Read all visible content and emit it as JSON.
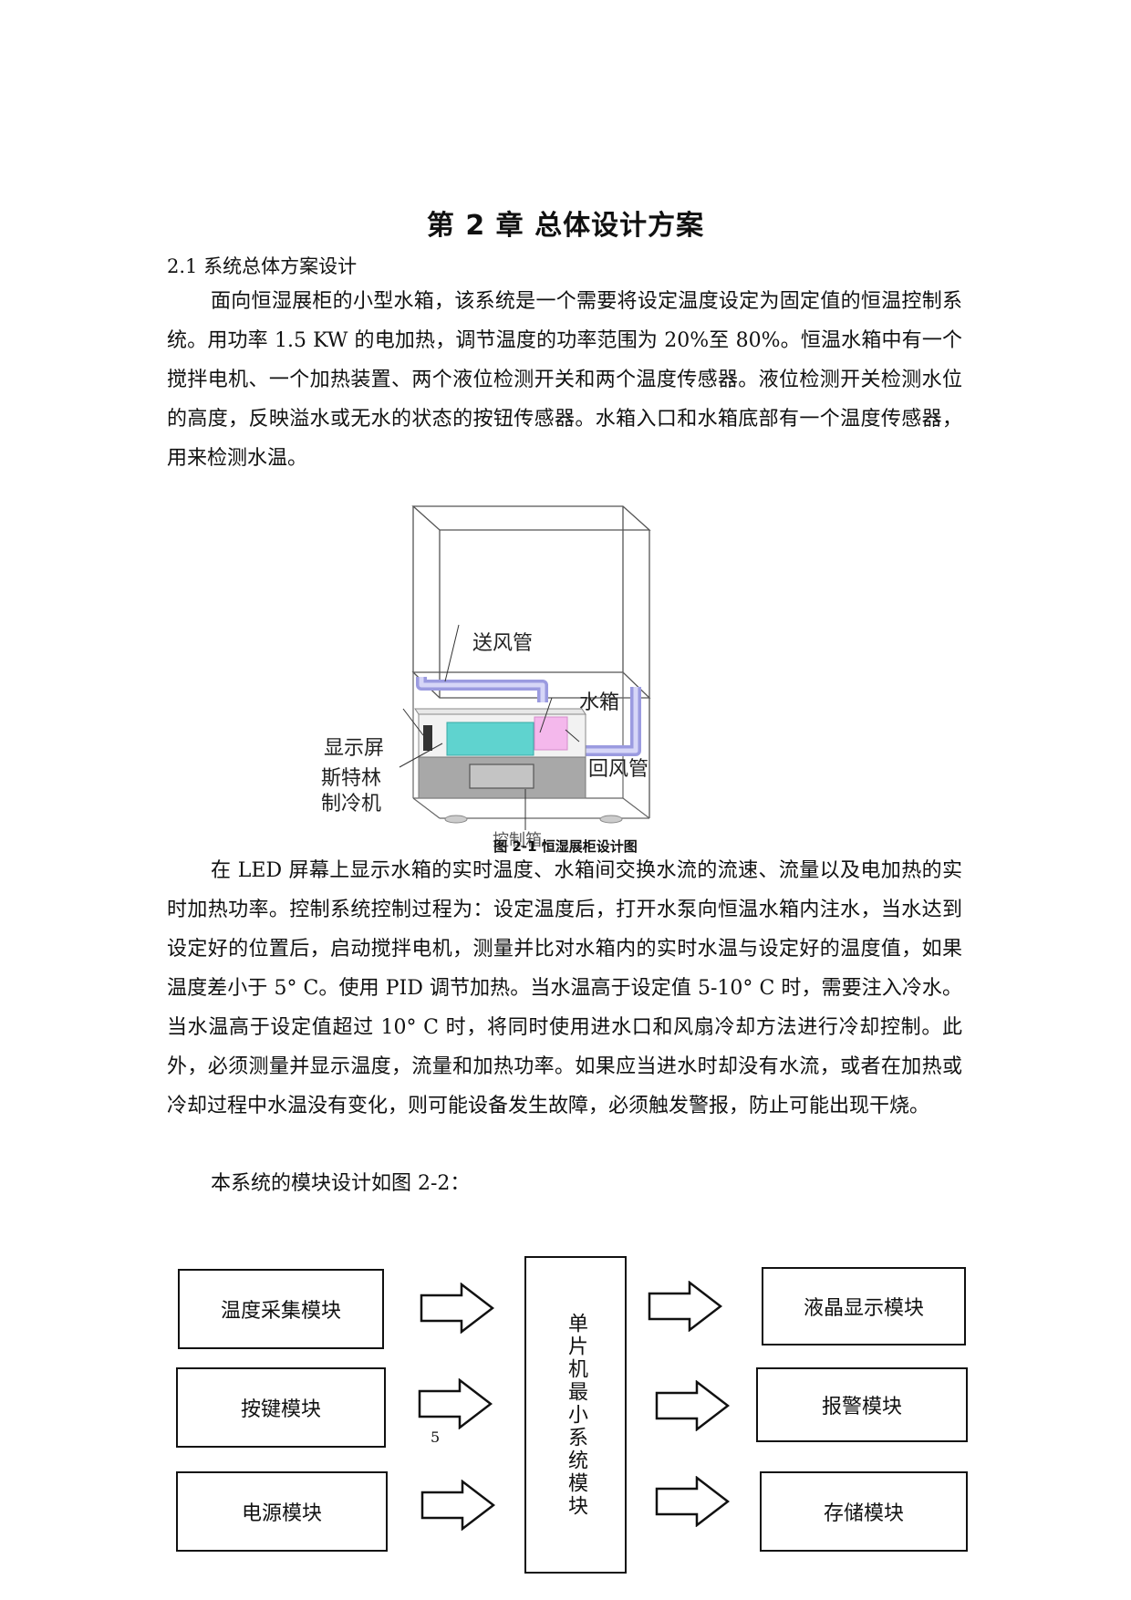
{
  "chapter_title": "第 2 章 总体设计方案",
  "section_heading": "2.1 系统总体方案设计",
  "paragraphs": {
    "p1": "面向恒湿展柜的小型水箱，该系统是一个需要将设定温度设定为固定值的恒温控制系统。用功率 1.5 KW 的电加热，调节温度的功率范围为 20%至 80%。恒温水箱中有一个搅拌电机、一个加热装置、两个液位检测开关和两个温度传感器。液位检测开关检测水位的高度，反映溢水或无水的状态的按钮传感器。水箱入口和水箱底部有一个温度传感器，用来检测水温。",
    "p2": "在 LED 屏幕上显示水箱的实时温度、水箱间交换水流的流速、流量以及电加热的实时加热功率。控制系统控制过程为：设定温度后，打开水泵向恒温水箱内注水，当水达到设定好的位置后，启动搅拌电机，测量并比对水箱内的实时水温与设定好的温度值，如果温度差小于 5° C。使用 PID 调节加热。当水温高于设定值 5-10° C 时，需要注入冷水。当水温高于设定值超过 10° C 时，将同时使用进水口和风扇冷却方法进行冷却控制。此外，必须测量并显示温度，流量和加热功率。如果应当进水时却没有水流，或者在加热或冷却过程中水温没有变化，则可能设备发生故障，必须触发警报，防止可能出现干烧。",
    "p3": "本系统的模块设计如图 2-2："
  },
  "figure1": {
    "labels": {
      "supply_duct": "送风管",
      "water_tank": "水箱",
      "display": "显示屏",
      "return_duct": "回风管",
      "stirling_line1": "斯特林",
      "stirling_line2": "制冷机",
      "overlap_label": "控制箱"
    },
    "caption": "图 2-1 恒湿展柜设计图",
    "colors": {
      "tank": "#5fd3cf",
      "pink": "#f4b8ec",
      "duct": "#b8b8f0"
    }
  },
  "block_diagram": {
    "inputs": [
      "温度采集模块",
      "按键模块",
      "电源模块"
    ],
    "center": "单片机最小系统模块",
    "outputs": [
      "液晶显示模块",
      "报警模块",
      "存储模块"
    ]
  },
  "page_number": "5"
}
